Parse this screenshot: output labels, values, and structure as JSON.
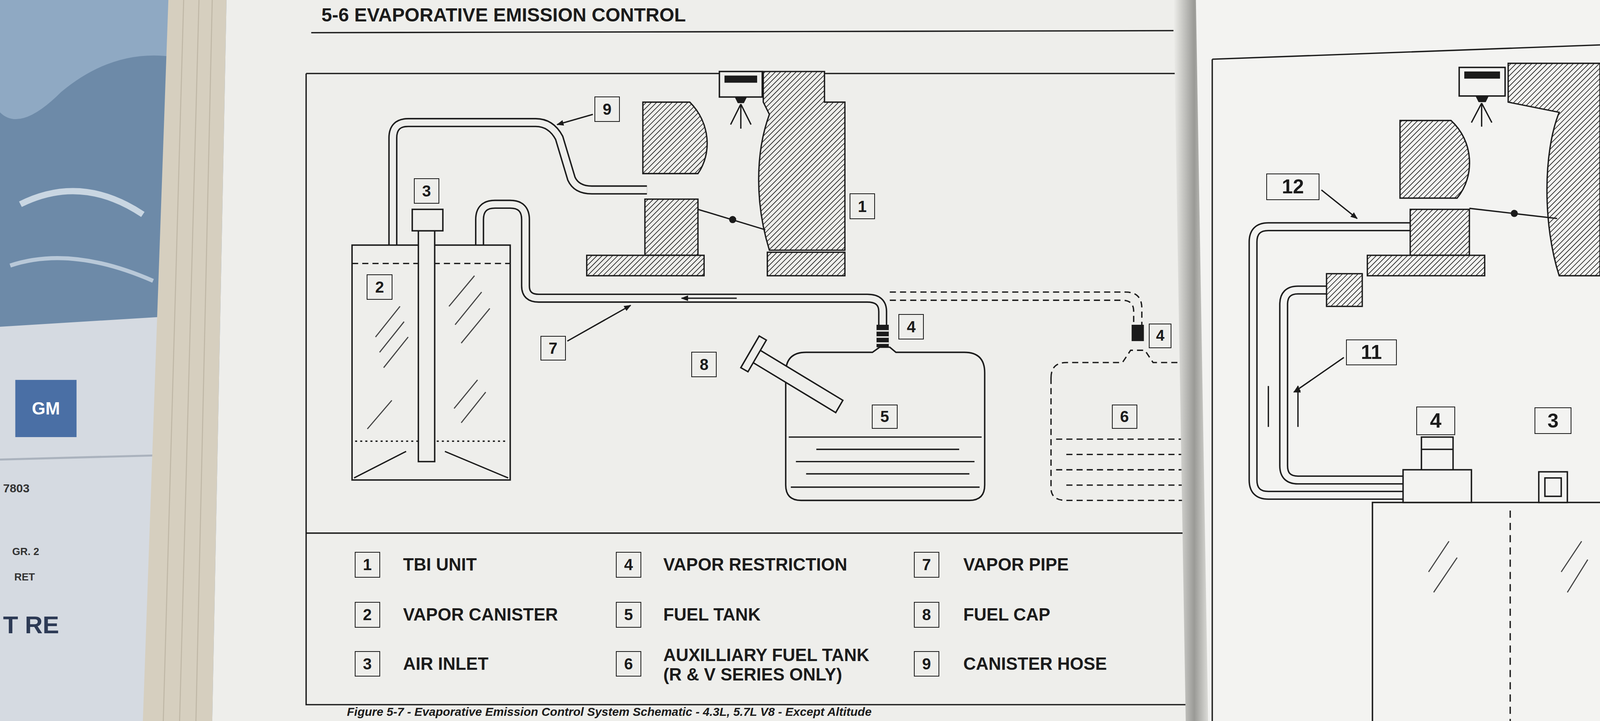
{
  "diagram": {
    "title": "5-6 EVAPORATIVE EMISSION CONTROL",
    "caption": "Figure 5-7 - Evaporative Emission Control System Schematic - 4.3L, 5.7L V8 - Except Altitude",
    "nodes": [
      {
        "text": [
          "9"
        ]
      },
      {
        "text": [
          "3"
        ]
      },
      {
        "text": [
          "1"
        ]
      },
      {
        "text": [
          "2"
        ]
      },
      {
        "text": [
          "4"
        ]
      },
      {
        "text": [
          "7"
        ]
      },
      {
        "text": [
          "8"
        ]
      },
      {
        "text": [
          "4"
        ]
      },
      {
        "text": [
          "5"
        ]
      },
      {
        "text": [
          "6"
        ]
      },
      {
        "text": [
          "1"
        ]
      },
      {
        "text": [
          "4"
        ]
      },
      {
        "text": [
          "7"
        ]
      },
      {
        "text": [
          "2"
        ]
      },
      {
        "text": [
          "5"
        ]
      },
      {
        "text": [
          "8"
        ]
      },
      {
        "text": [
          "3"
        ]
      },
      {
        "text": [
          "6"
        ]
      },
      {
        "text": [
          "9"
        ]
      },
      {
        "text": [
          "12"
        ]
      },
      {
        "text": [
          "11"
        ]
      },
      {
        "text": [
          "4"
        ]
      },
      {
        "text": [
          "3"
        ]
      }
    ],
    "labels": [
      "TBI UNIT",
      "VAPOR RESTRICTION",
      "VAPOR PIPE",
      "VAPOR CANISTER",
      "FUEL TANK",
      "FUEL CAP",
      "AIR INLET",
      "AUXILLIARY FUEL TANK (R & V SERIES ONLY)",
      "CANISTER HOSE",
      "GM",
      "7803",
      "GR. 2",
      "RET",
      "T RE"
    ]
  }
}
